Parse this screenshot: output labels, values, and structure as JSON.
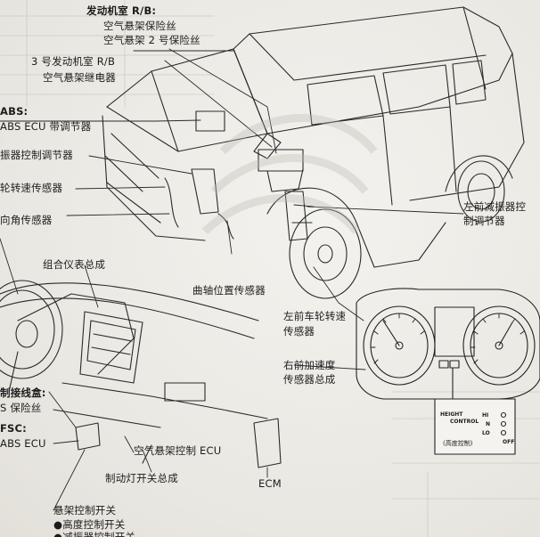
{
  "labels": {
    "engine_rb_title": "发动机室 R/B:",
    "air_susp_fuse": "空气悬架保险丝",
    "air_susp_fuse2": "空气悬架 2 号保险丝",
    "engine_rb3_title": "3 号发动机室 R/B",
    "air_susp_relay": "空气悬架继电器",
    "abs_title": "ABS:",
    "abs_ecu_regulator": "ABS ECU 带调节器",
    "damper_regulator": "振器控制调节器",
    "wheel_speed_sensor": "轮转速传感器",
    "steering_angle_sensor": "向角传感器",
    "combination_meter": "组合仪表总成",
    "crank_position_sensor": "曲轴位置传感器",
    "front_left_damper_l1": "左前减振器控",
    "front_left_damper_l2": "制调节器",
    "front_left_wheel_l1": "左前车轮转速",
    "front_left_wheel_l2": "传感器",
    "front_right_accel_l1": "右前加速度",
    "front_right_accel_l2": "传感器总成",
    "junction_box_l1": "制接线盒:",
    "junction_box_l2": "S 保险丝",
    "fsc_title": "FSC:",
    "abs_ecu": "ABS  ECU",
    "air_susp_ecu": "空气悬架控制 ECU",
    "stop_lamp_switch": "制动灯开关总成",
    "ecm": "ECM",
    "susp_control_switch": "悬架控制开关",
    "height_control_switch": "●高度控制开关",
    "damper_control_switch": "●减振器控制开关"
  },
  "meter_panel": {
    "height_line1": "HEIGHT",
    "height_line2": "CONTROL",
    "hi": "HI",
    "n": "N",
    "lo": "LO",
    "off": "OFF",
    "caption": "(高度控制)"
  }
}
